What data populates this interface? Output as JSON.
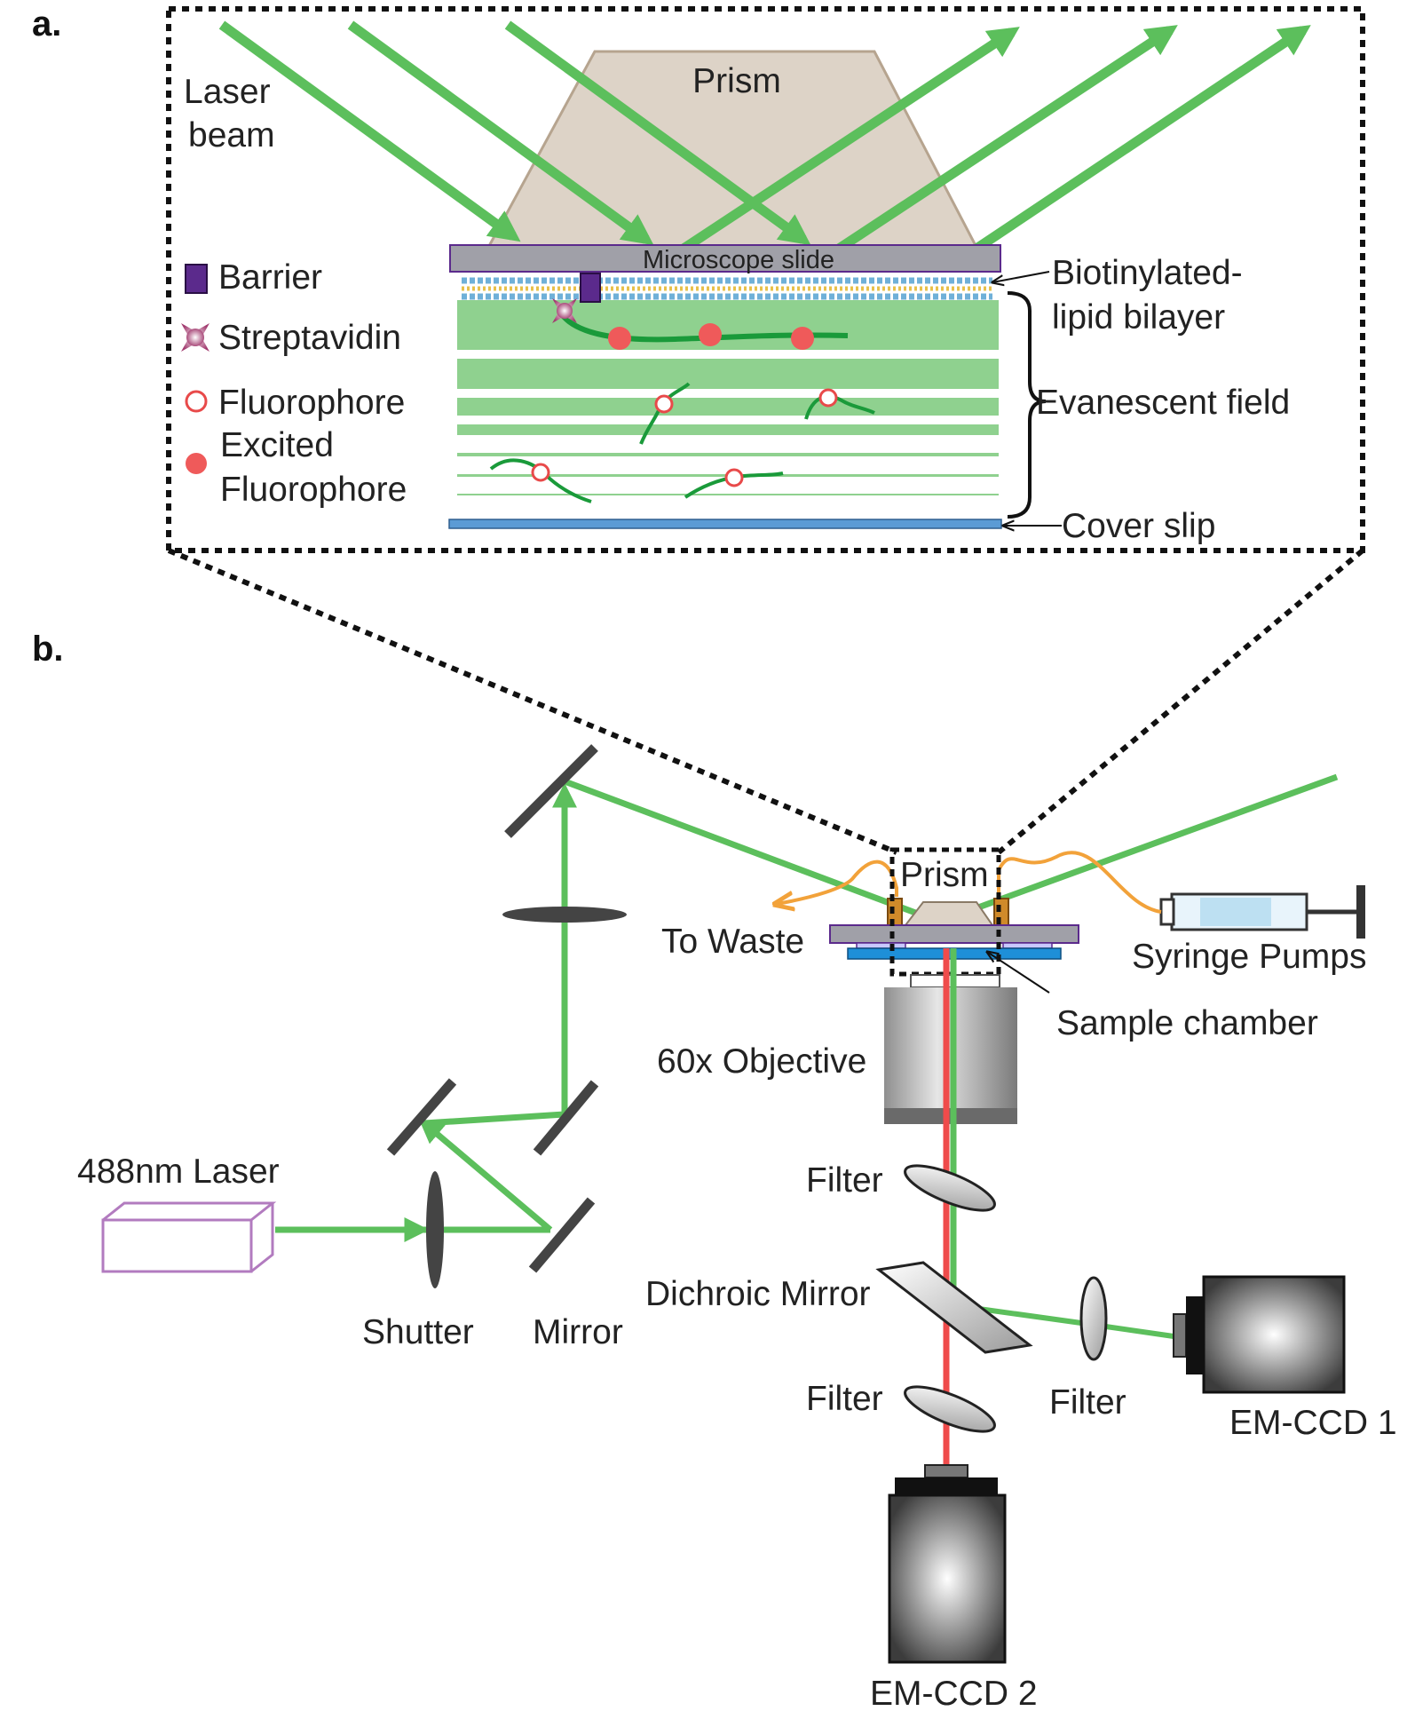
{
  "panels": {
    "a_label": "a.",
    "b_label": "b."
  },
  "panel_a": {
    "laser_beam": [
      "Laser",
      "beam"
    ],
    "prism": "Prism",
    "microscope_slide": "Microscope slide",
    "biotinylated": [
      "Biotinylated-",
      "lipid bilayer"
    ],
    "evanescent_field": "Evanescent field",
    "cover_slip": "Cover slip",
    "legend": {
      "barrier": "Barrier",
      "streptavidin": "Streptavidin",
      "fluorophore": "Fluorophore",
      "excited": [
        "Excited",
        "Fluorophore"
      ]
    }
  },
  "panel_b": {
    "prism": "Prism",
    "to_waste": "To Waste",
    "syringe_pumps": "Syringe Pumps",
    "sample_chamber": "Sample chamber",
    "objective": "60x Objective",
    "laser": "488nm Laser",
    "shutter": "Shutter",
    "mirror": "Mirror",
    "filter_top": "Filter",
    "dichroic": "Dichroic Mirror",
    "filter_bottom": "Filter",
    "filter_right": "Filter",
    "ccd1": "EM-CCD 1",
    "ccd2": "EM-CCD 2"
  },
  "colors": {
    "laser_green": "#5cbf5c",
    "emission_red": "#ef4b4b",
    "prism_fill": "#ddd3c7",
    "field_green": "#8fd18f",
    "dna_green": "#1a9a3a",
    "barrier_purple": "#5b2a8c",
    "cover_slip_blue": "#5b9bd5",
    "tubing_orange": "#f2a23a",
    "laser_box_purple": "#b27bbf"
  }
}
